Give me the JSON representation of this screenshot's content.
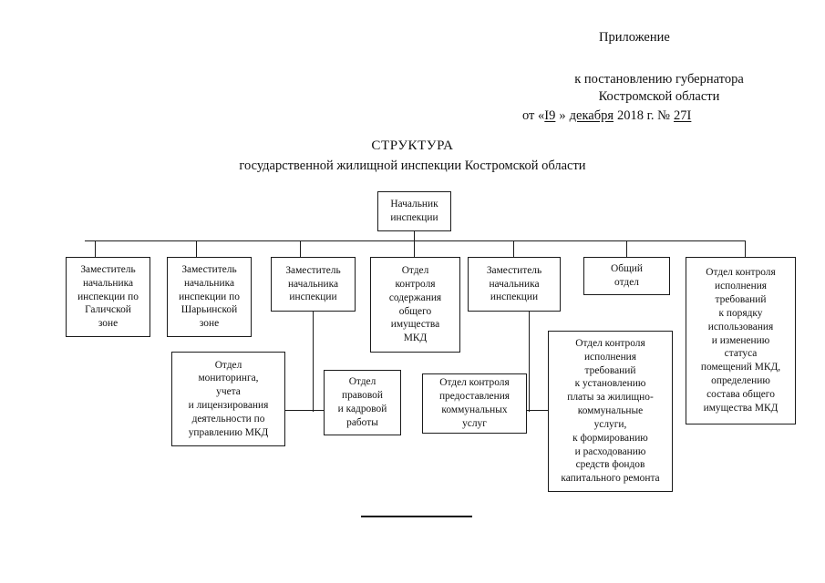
{
  "document": {
    "header": {
      "appendix_label": "Приложение",
      "line1": "к постановлению губернатора",
      "line2": "Костромской области",
      "prefix": "от «",
      "day": "I9",
      "mid": "»",
      "month": "декабря",
      "year_label": "2018 г. №",
      "number": "27I"
    },
    "title": {
      "main": "СТРУКТУРА",
      "subtitle": "государственной жилищной инспекции Костромской области"
    },
    "footer_rule": true
  },
  "chart_data": {
    "type": "diagram",
    "title": "СТРУКТУРА государственной жилищной инспекции Костромской области",
    "orientation": "top-down",
    "nodes": [
      {
        "id": "root",
        "label": "Начальник инспекции",
        "lines": [
          "Начальник",
          "инспекции"
        ],
        "level": 0
      },
      {
        "id": "deputy-galich",
        "label": "Заместитель начальника инспекции по Галичской зоне",
        "lines": [
          "Заместитель",
          "начальника",
          "инспекции по",
          "Галичской",
          "зоне"
        ],
        "level": 1
      },
      {
        "id": "deputy-sharya",
        "label": "Заместитель начальника инспекции по Шарьинской зоне",
        "lines": [
          "Заместитель",
          "начальника",
          "инспекции по",
          "Шарьинской",
          "зоне"
        ],
        "level": 1
      },
      {
        "id": "deputy-3",
        "label": "Заместитель начальника инспекции",
        "lines": [
          "Заместитель",
          "начальника",
          "инспекции"
        ],
        "level": 1
      },
      {
        "id": "dept-soderzhanie",
        "label": "Отдел контроля содержания общего имущества МКД",
        "lines": [
          "Отдел",
          "контроля",
          "содержания",
          "общего",
          "имущества",
          "МКД"
        ],
        "level": 1
      },
      {
        "id": "deputy-5",
        "label": "Заместитель начальника инспекции",
        "lines": [
          "Заместитель",
          "начальника",
          "инспекции"
        ],
        "level": 1
      },
      {
        "id": "dept-obschiy",
        "label": "Общий отдел",
        "lines": [
          "Общий",
          "отдел"
        ],
        "level": 1
      },
      {
        "id": "dept-pomeschenia",
        "label": "Отдел контроля исполнения требований к порядку использования и изменению статуса помещений МКД, определению состава общего имущества МКД",
        "lines": [
          "Отдел контроля",
          "исполнения",
          "требований",
          "к порядку",
          "использования",
          "и изменению",
          "статуса",
          "помещений МКД,",
          "определению",
          "состава общего",
          "имущества МКД"
        ],
        "level": 1
      },
      {
        "id": "dept-monitoring",
        "label": "Отдел мониторинга, учета и лицензирования деятельности по управлению МКД",
        "lines": [
          "Отдел",
          "мониторинга,",
          "учета",
          "и лицензирования",
          "деятельности по",
          "управлению МКД"
        ],
        "level": 2
      },
      {
        "id": "dept-pravovoy",
        "label": "Отдел правовой и кадровой работы",
        "lines": [
          "Отдел",
          "правовой",
          "и кадровой",
          "работы"
        ],
        "level": 2
      },
      {
        "id": "dept-kommunal",
        "label": "Отдел контроля предоставления коммунальных услуг",
        "lines": [
          "Отдел контроля",
          "предоставления",
          "коммунальных",
          "услуг"
        ],
        "level": 2
      },
      {
        "id": "dept-plata",
        "label": "Отдел контроля исполнения требований к установлению платы за жилищно-коммунальные услуги, к формированию и расходованию средств фондов капитального ремонта",
        "lines": [
          "Отдел контроля",
          "исполнения",
          "требований",
          "к установлению",
          "платы за жилищно-",
          "коммунальные",
          "услуги,",
          "к формированию",
          "и расходованию",
          "средств фондов",
          "капитального ремонта"
        ],
        "level": 2
      }
    ],
    "edges": [
      {
        "from": "root",
        "to": "deputy-galich"
      },
      {
        "from": "root",
        "to": "deputy-sharya"
      },
      {
        "from": "root",
        "to": "deputy-3"
      },
      {
        "from": "root",
        "to": "dept-soderzhanie"
      },
      {
        "from": "root",
        "to": "deputy-5"
      },
      {
        "from": "root",
        "to": "dept-obschiy"
      },
      {
        "from": "root",
        "to": "dept-pomeschenia"
      },
      {
        "from": "deputy-3",
        "to": "dept-monitoring"
      },
      {
        "from": "deputy-3",
        "to": "dept-pravovoy"
      },
      {
        "from": "deputy-5",
        "to": "dept-kommunal"
      },
      {
        "from": "deputy-5",
        "to": "dept-plata"
      }
    ]
  }
}
